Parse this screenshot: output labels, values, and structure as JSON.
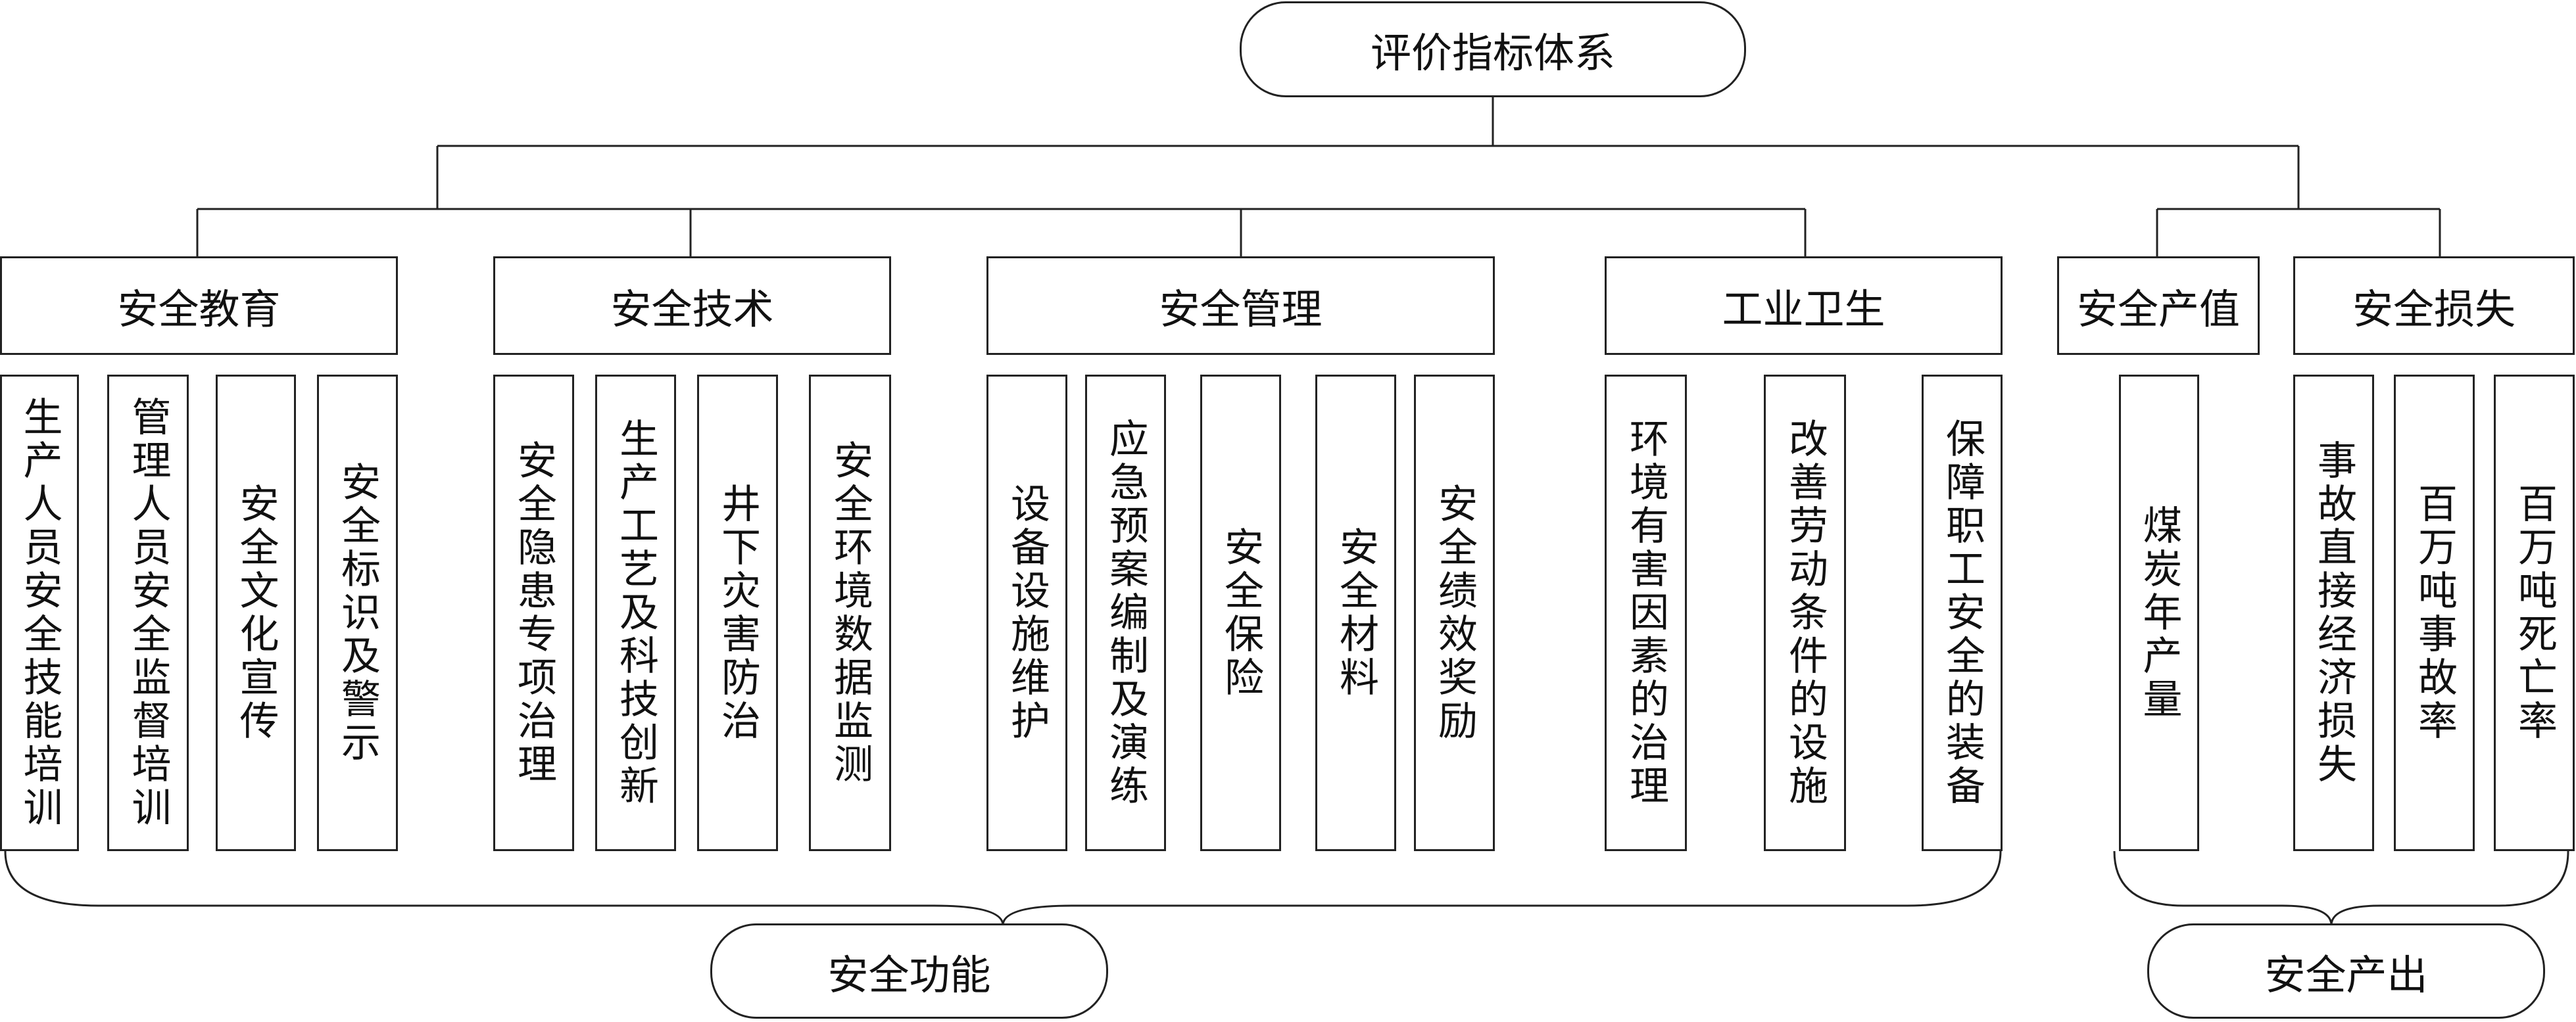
{
  "root": "评价指标体系",
  "categories": {
    "c1": {
      "label": "安全教育",
      "items": [
        "生产人员安全技能培训",
        "管理人员安全监督培训",
        "安全文化宣传",
        "安全标识及警示"
      ]
    },
    "c2": {
      "label": "安全技术",
      "items": [
        "安全隐患专项治理",
        "生产工艺及科技创新",
        "井下灾害防治",
        "安全环境数据监测"
      ]
    },
    "c3": {
      "label": "安全管理",
      "items": [
        "设备设施维护",
        "应急预案编制及演练",
        "安全保险",
        "安全材料",
        "安全绩效奖励"
      ]
    },
    "c4": {
      "label": "工业卫生",
      "items": [
        "环境有害因素的治理",
        "改善劳动条件的设施",
        "保障职工安全的装备"
      ]
    },
    "c5": {
      "label": "安全产值",
      "items": [
        "煤炭年产量"
      ]
    },
    "c6": {
      "label": "安全损失",
      "items": [
        "事故直接经济损失",
        "百万吨事故率",
        "百万吨死亡率"
      ]
    }
  },
  "groups": {
    "function": "安全功能",
    "output": "安全产出"
  }
}
